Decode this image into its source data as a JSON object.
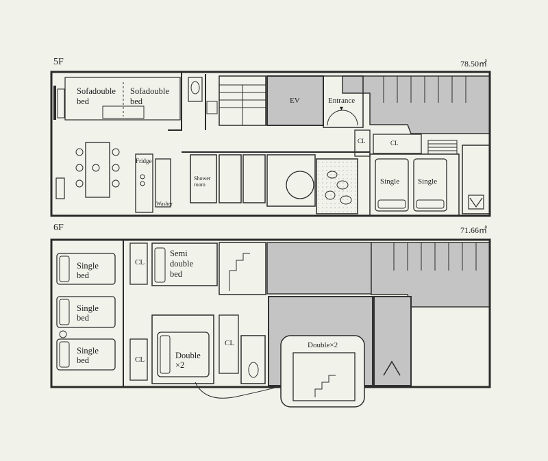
{
  "floors": {
    "fifth": {
      "name": "5F",
      "area": "78.50㎡",
      "rooms": {
        "sofa1_l1": "Sofadouble",
        "sofa1_l2": "bed",
        "sofa2_l1": "Sofadouble",
        "sofa2_l2": "bed",
        "ev": "EV",
        "entrance": "Entrance",
        "cl_a": "CL",
        "cl_b": "CL",
        "fridge": "Fridge",
        "shower_l1": "Shower",
        "shower_l2": "room",
        "washer": "Washer",
        "single_a": "Single",
        "single_b": "Single"
      }
    },
    "sixth": {
      "name": "6F",
      "area": "71.66㎡",
      "rooms": {
        "single1_l1": "Single",
        "single1_l2": "bed",
        "single2_l1": "Single",
        "single2_l2": "bed",
        "single3_l1": "Single",
        "single3_l2": "bed",
        "cl_a": "CL",
        "cl_b": "CL",
        "cl_c": "CL",
        "semi_l1": "Semi",
        "semi_l2": "double",
        "semi_l3": "bed",
        "double_l1": "Double",
        "double_l2": "×2",
        "inset": "Double×2"
      }
    }
  },
  "colors": {
    "wall": "#2a2a2a",
    "shared_area": "#c4c4c4",
    "background": "#f1f2ea"
  }
}
